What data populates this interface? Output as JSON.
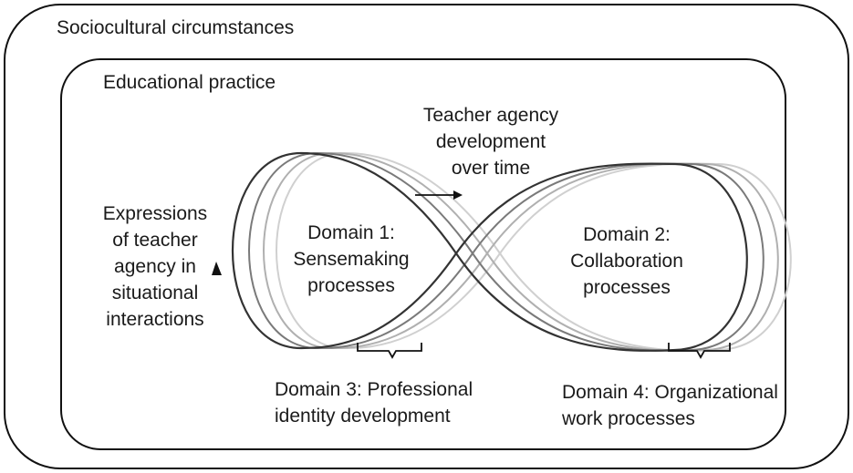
{
  "outer_context": {
    "label": "Sociocultural circumstances"
  },
  "inner_context": {
    "label": "Educational practice"
  },
  "over_time": {
    "lines": [
      "Teacher agency",
      "development",
      "over time"
    ]
  },
  "expressions": {
    "lines": [
      "Expressions",
      "of teacher",
      "agency in",
      "situational",
      "interactions"
    ]
  },
  "domain1": {
    "lines": [
      "Domain 1:",
      "Sensemaking",
      "processes"
    ]
  },
  "domain2": {
    "lines": [
      "Domain 2:",
      "Collaboration",
      "processes"
    ]
  },
  "domain3": {
    "lines": [
      "Domain 3: Professional",
      "identity development"
    ]
  },
  "domain4": {
    "lines": [
      "Domain 4: Organizational",
      "work processes"
    ]
  },
  "colors": {
    "frame": "#111111",
    "loop_dark": "#333333",
    "loop_mid": "#7a7a7a",
    "loop_light": "#b0b0b0",
    "loop_faint": "#d0d0d0"
  }
}
